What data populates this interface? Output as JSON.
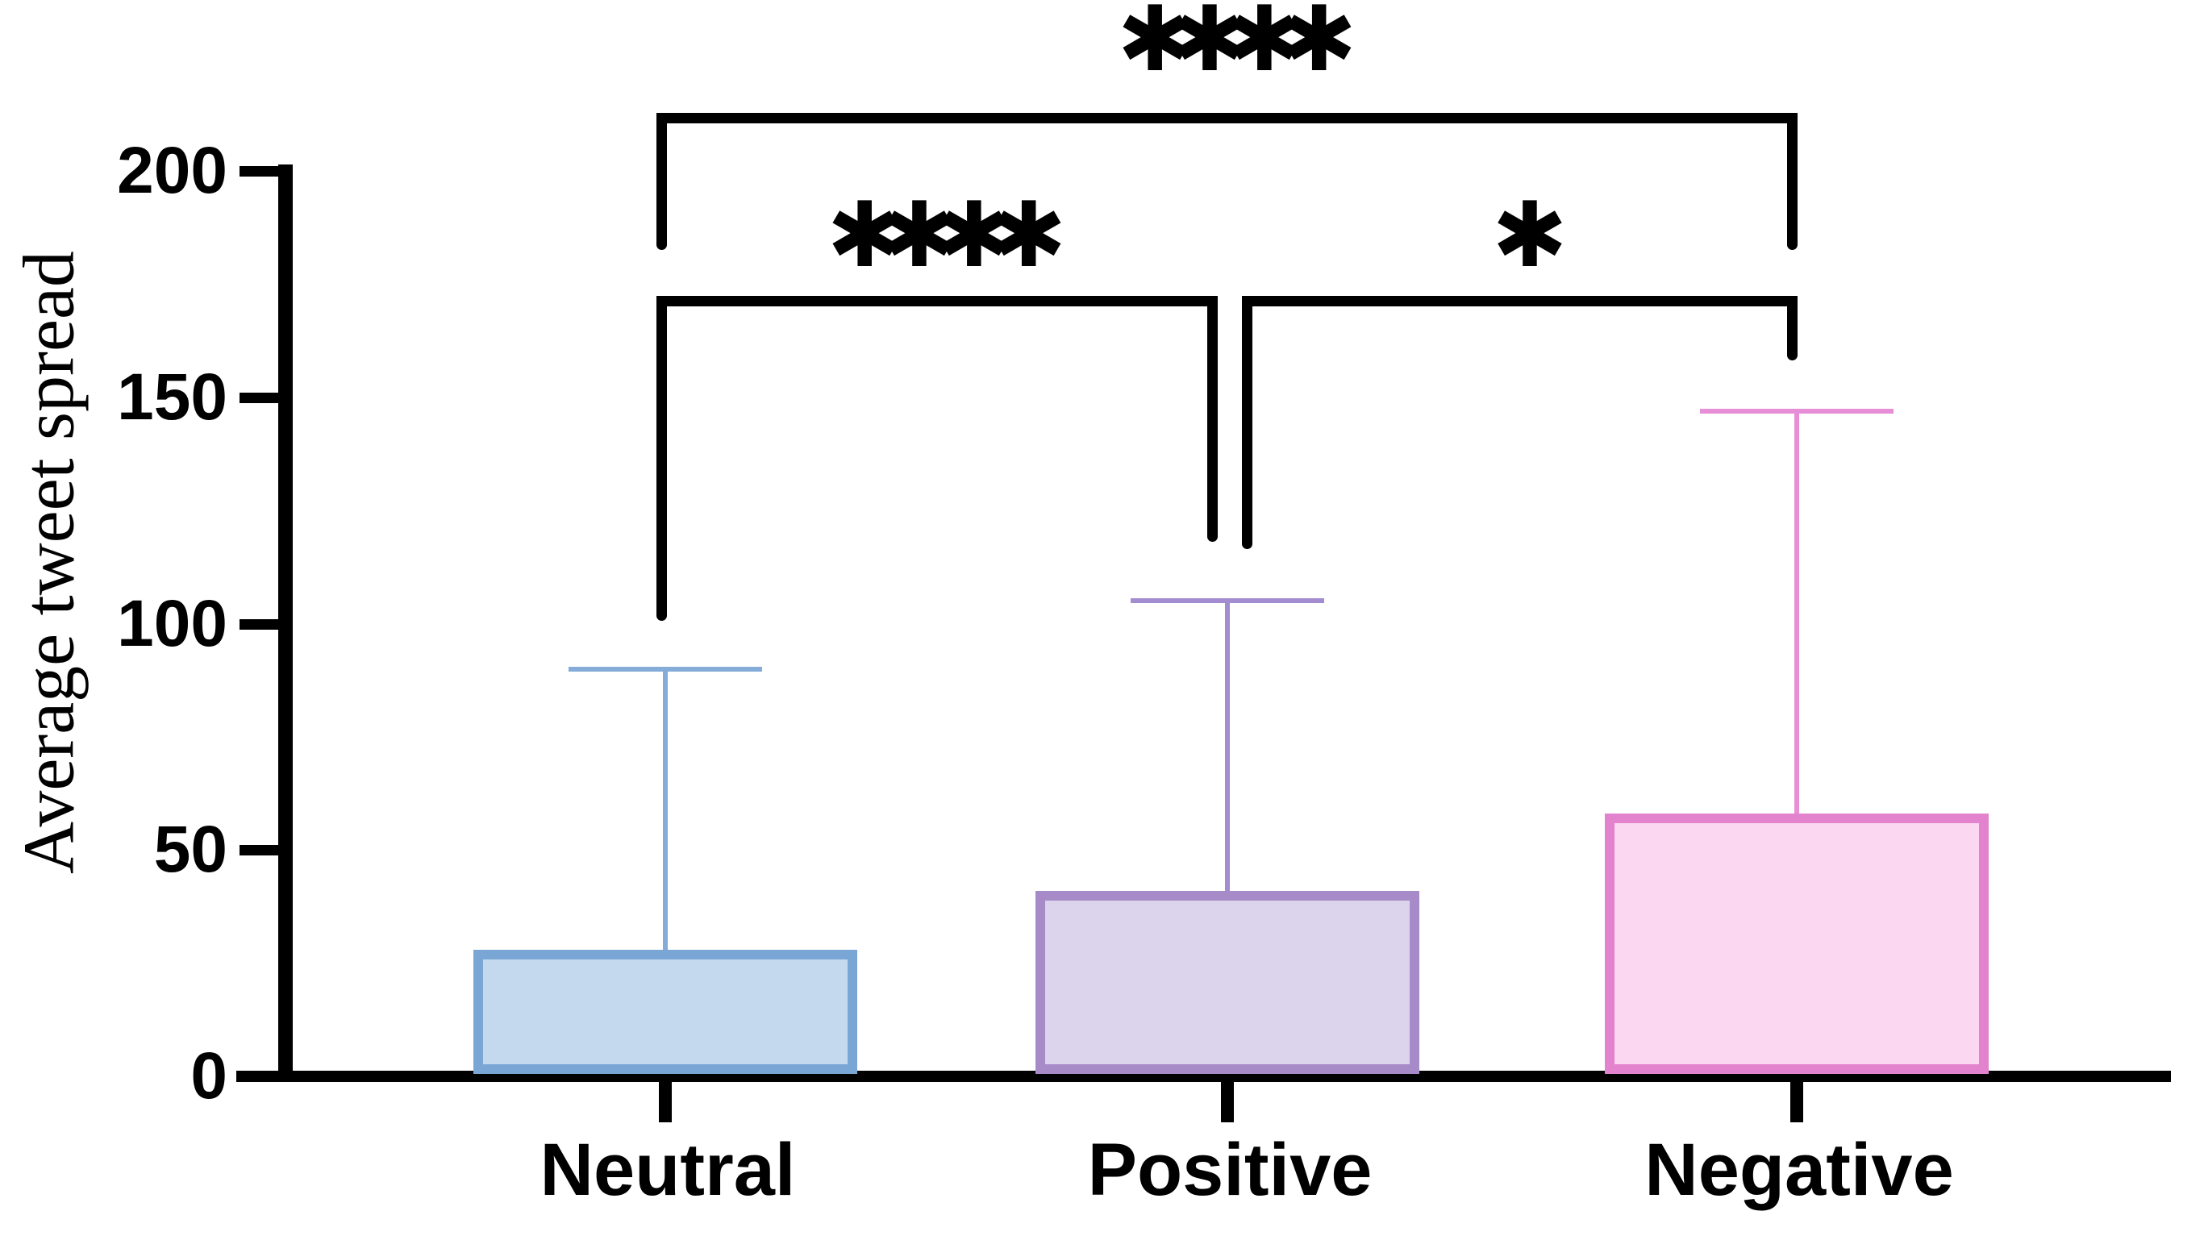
{
  "figure": {
    "background": "#ffffff",
    "axis_color": "#000000"
  },
  "y_axis": {
    "title": "Average tweet spread",
    "tick_labels": [
      "0",
      "50",
      "100",
      "150",
      "200"
    ]
  },
  "x_axis": {
    "categories": [
      "Neutral",
      "Positive",
      "Negative"
    ]
  },
  "chart_data": {
    "type": "bar",
    "title": "",
    "xlabel": "",
    "ylabel": "Average tweet spread",
    "ylim": [
      0,
      200
    ],
    "yticks": [
      0,
      50,
      100,
      150,
      200
    ],
    "grid": false,
    "legend": "none",
    "categories": [
      "Neutral",
      "Positive",
      "Negative"
    ],
    "values": [
      28,
      41,
      58
    ],
    "error_upper": [
      90,
      105,
      147
    ],
    "error_style": "upper-only-with-cap",
    "series": [
      {
        "name": "Neutral",
        "value": 28,
        "error_upper": 90,
        "fill": "#c5d9ee",
        "border": "#7aa6d6",
        "error_color": "#85abd9"
      },
      {
        "name": "Positive",
        "value": 41,
        "error_upper": 105,
        "fill": "#dcd3ec",
        "border": "#a78bc9",
        "error_color": "#a48cd0"
      },
      {
        "name": "Negative",
        "value": 58,
        "error_upper": 147,
        "fill": "#fcd7f1",
        "border": "#e383cd",
        "error_color": "#e78fd6"
      }
    ],
    "significance": [
      {
        "pair": [
          "Neutral",
          "Negative"
        ],
        "label": "****"
      },
      {
        "pair": [
          "Neutral",
          "Positive"
        ],
        "label": "****"
      },
      {
        "pair": [
          "Positive",
          "Negative"
        ],
        "label": "*"
      }
    ]
  }
}
